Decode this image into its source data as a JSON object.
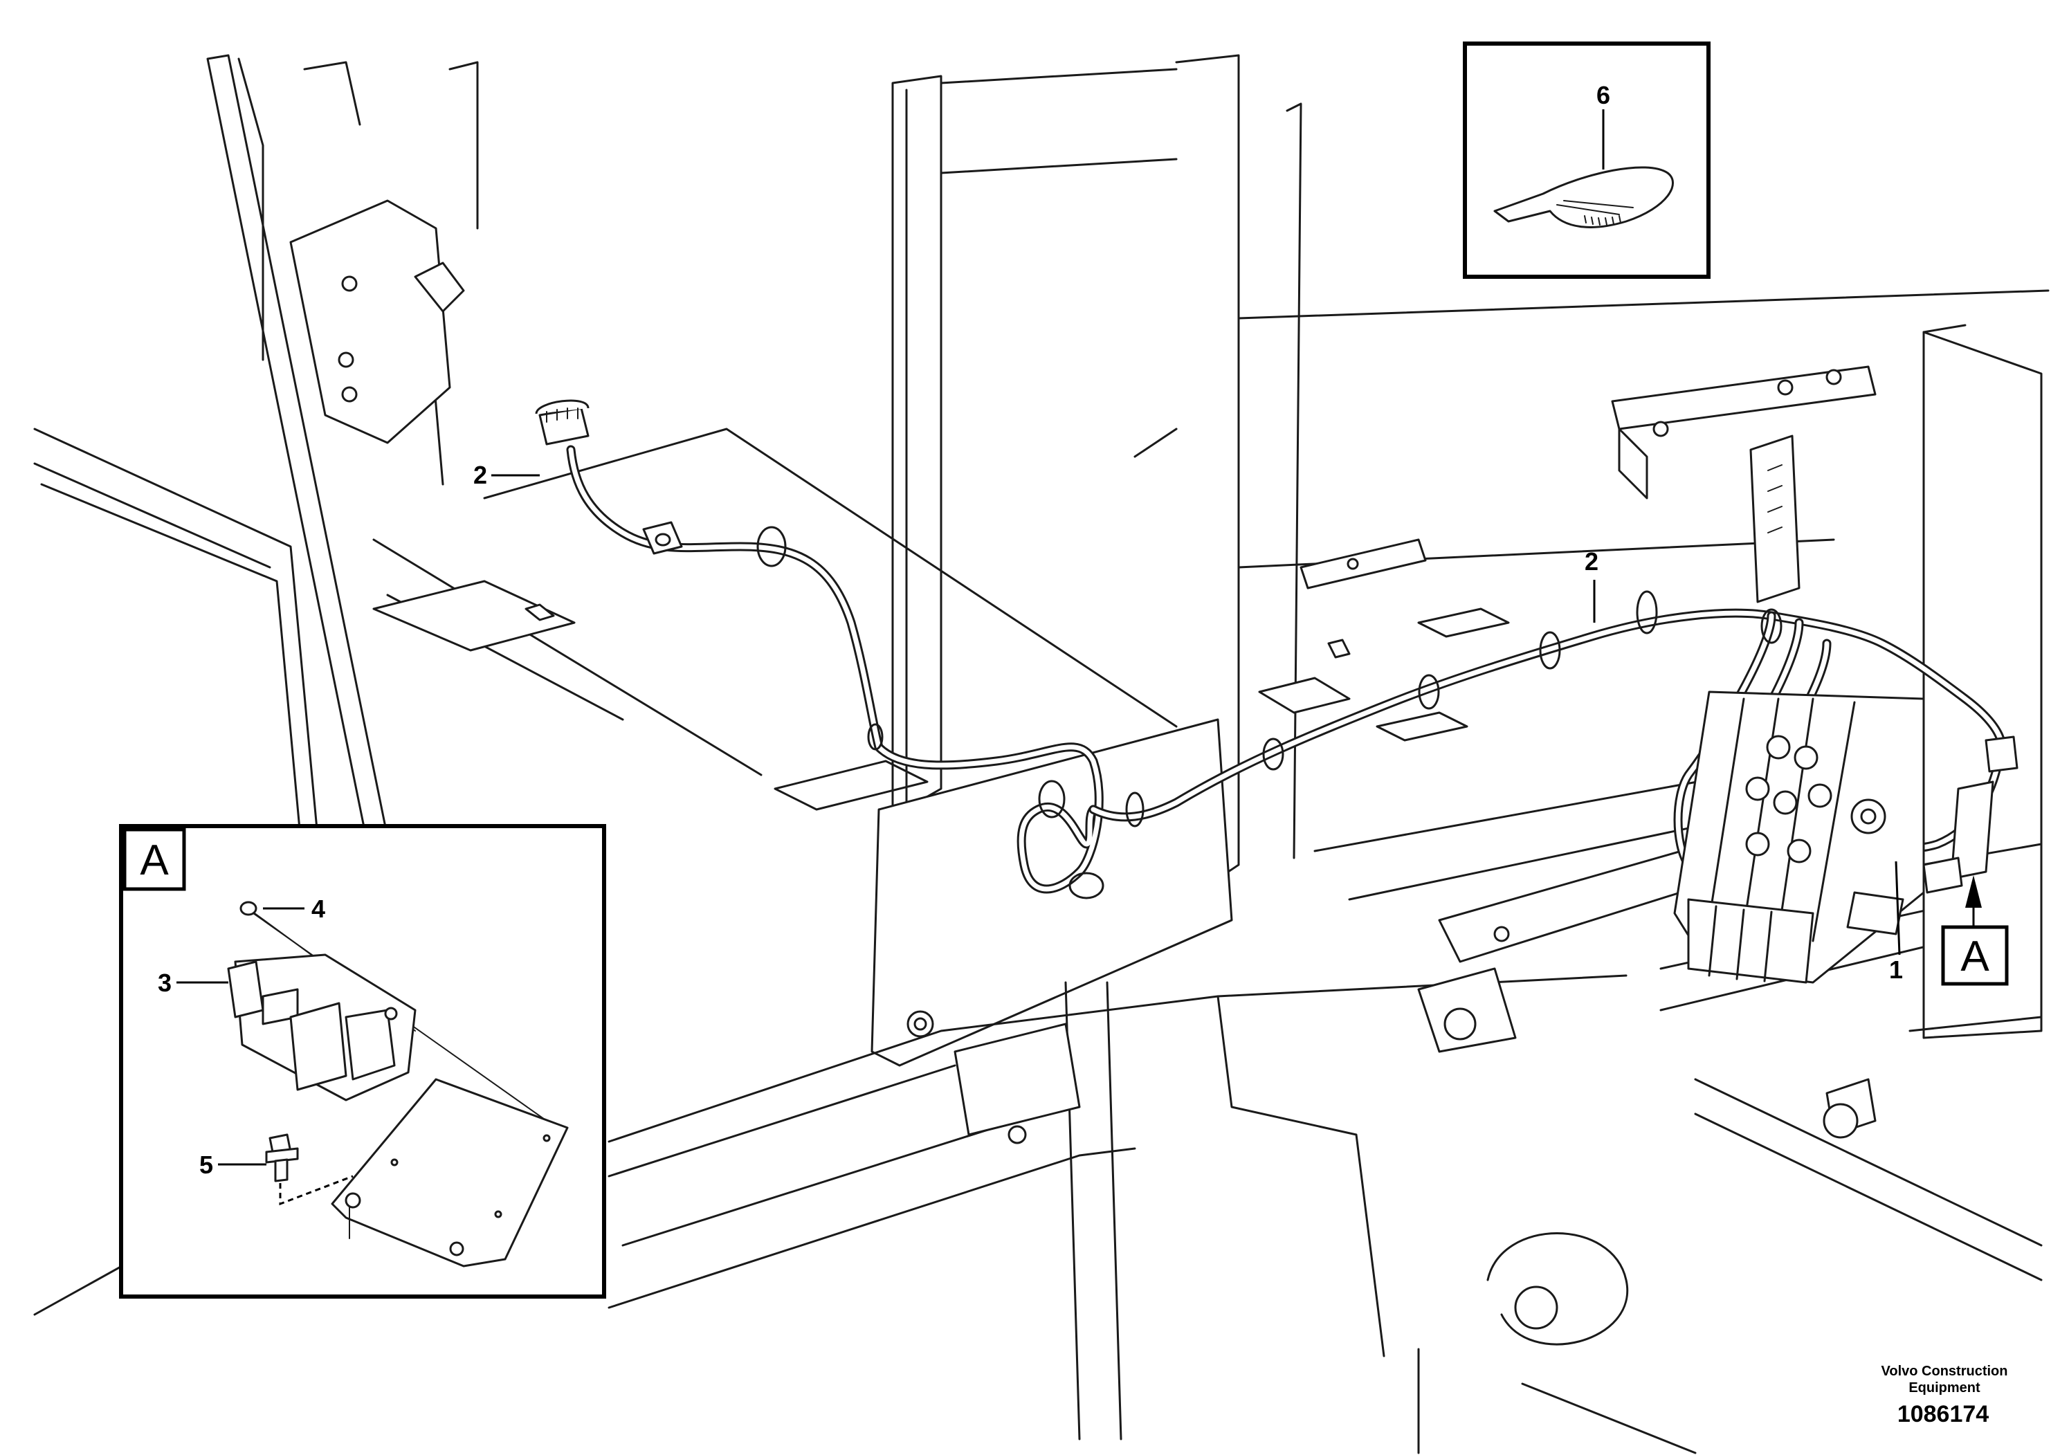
{
  "callouts": {
    "harness_main": "1",
    "harness_branch": "2",
    "control_unit": "3",
    "screw": "4",
    "flange_screw": "5",
    "cable_tie": "6"
  },
  "detail": {
    "label": "A",
    "view_marker": "A"
  },
  "footer": {
    "company_line1": "Volvo Construction",
    "company_line2": "Equipment",
    "drawing_number": "1086174"
  }
}
